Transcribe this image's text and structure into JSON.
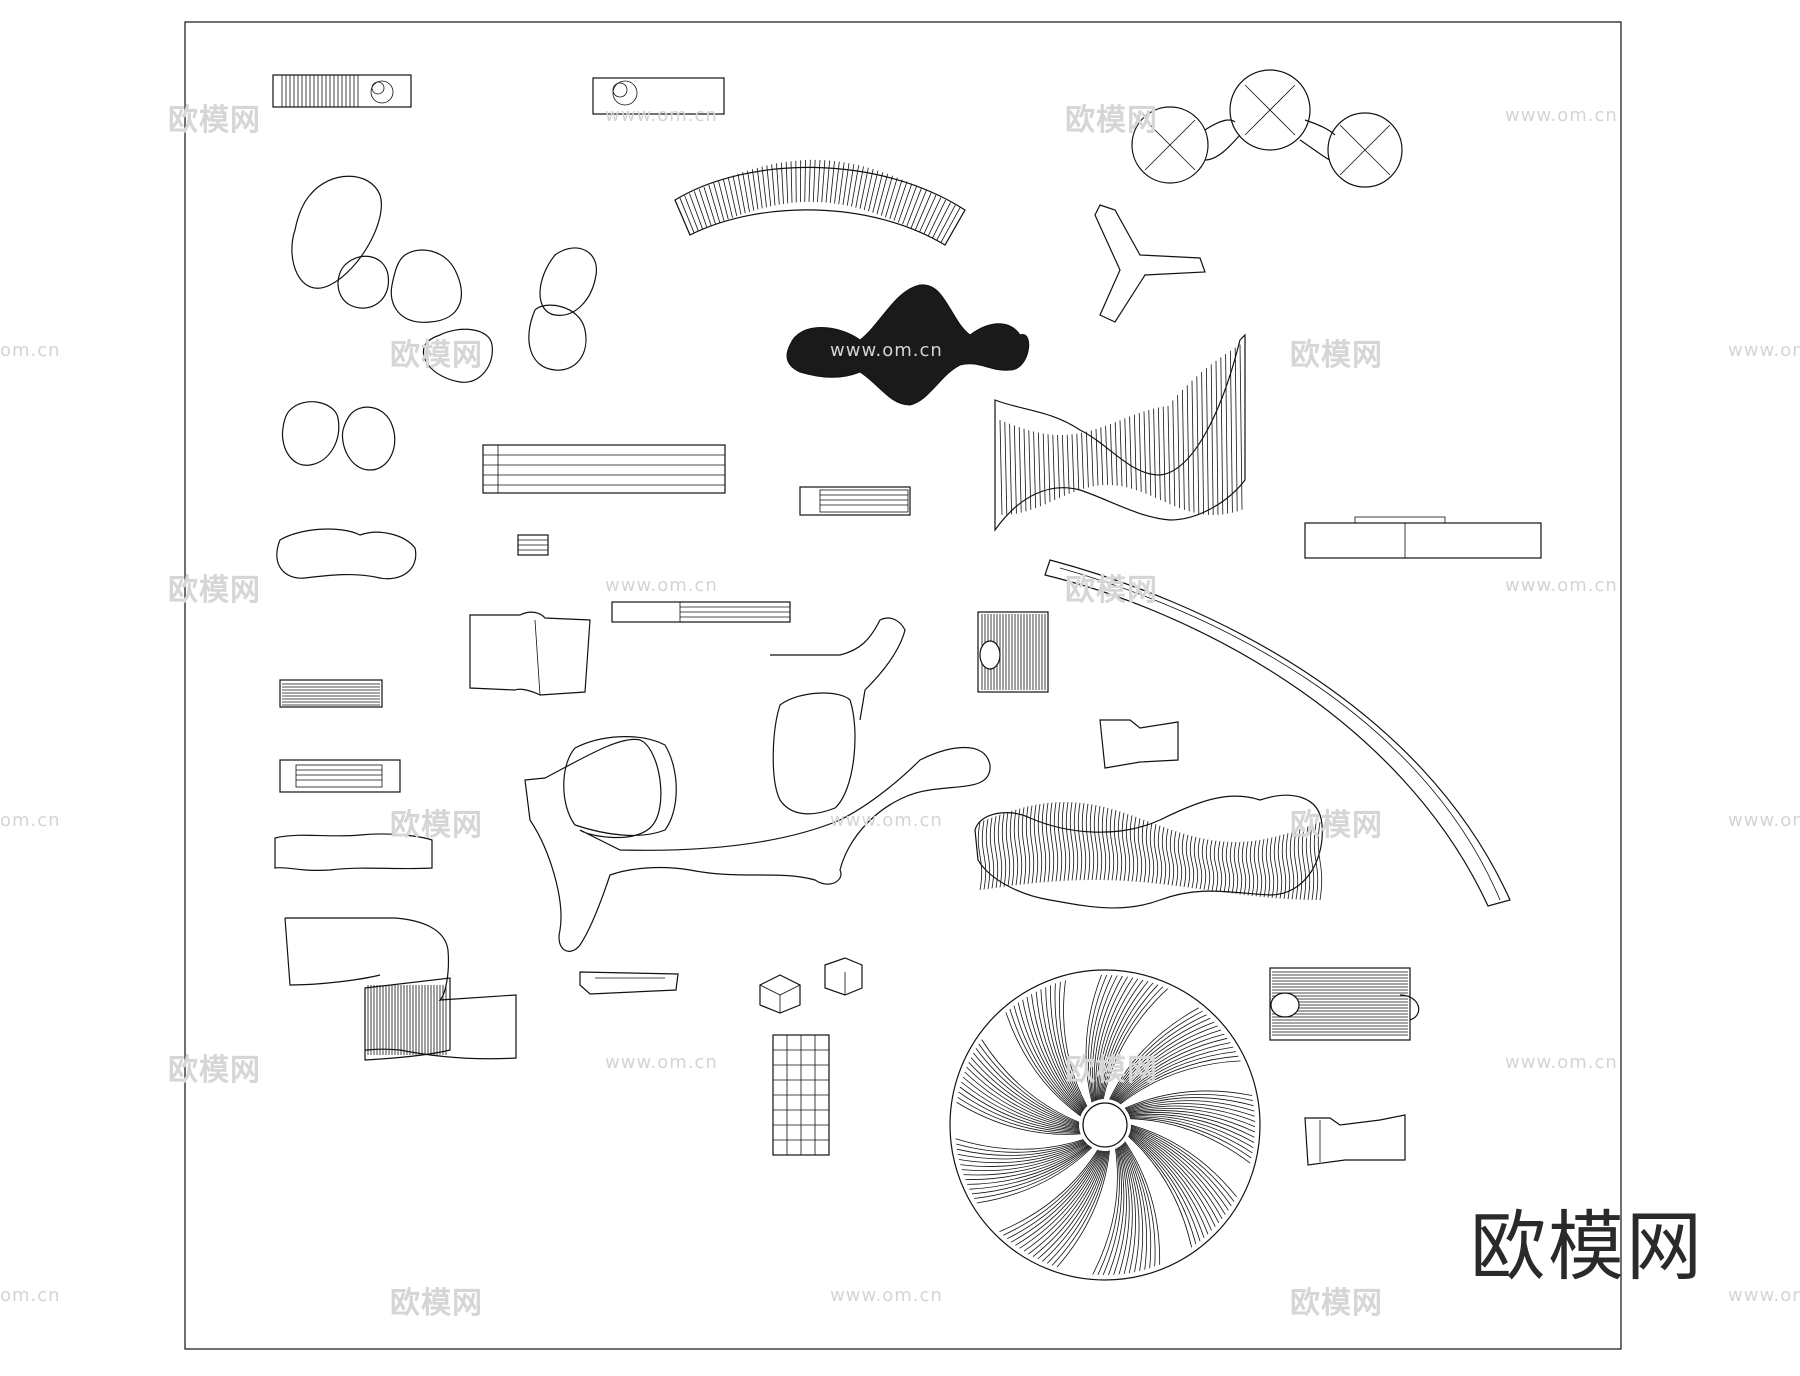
{
  "watermark": {
    "brand": "欧模网",
    "url": "www.om.cn",
    "url_partial": "om.cn"
  },
  "logo": {
    "text": "欧模网"
  }
}
